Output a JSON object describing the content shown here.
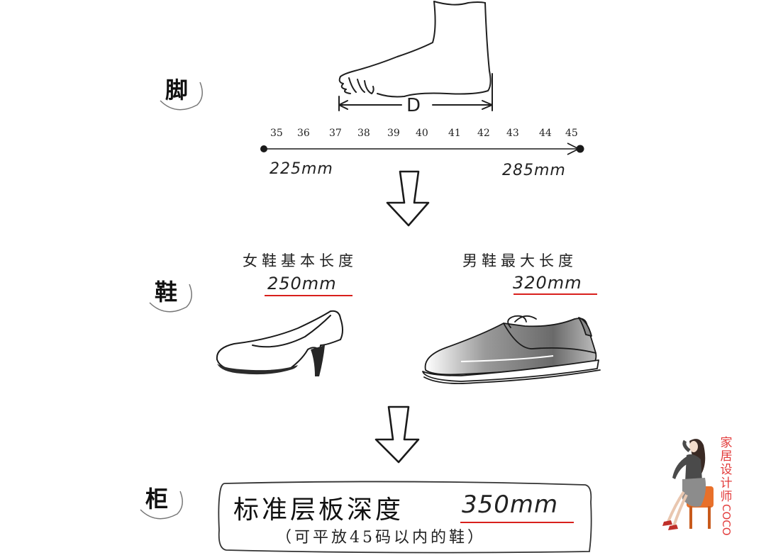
{
  "sections": {
    "foot": {
      "badge": "脚",
      "dimension_label": "D"
    },
    "shoe": {
      "badge": "鞋"
    },
    "cabinet": {
      "badge": "柜"
    }
  },
  "foot_scale": {
    "sizes": [
      "35",
      "36",
      "37",
      "38",
      "39",
      "40",
      "41",
      "42",
      "43",
      "44",
      "45"
    ],
    "min_length": "225mm",
    "max_length": "285mm"
  },
  "shoes": {
    "women": {
      "label": "女鞋基本长度",
      "length": "250mm"
    },
    "men": {
      "label": "男鞋最大长度",
      "length": "320mm"
    }
  },
  "cabinet_box": {
    "title": "标准层板深度",
    "depth": "350mm",
    "note": "（可平放45码以内的鞋）"
  },
  "author": {
    "name_cn": "家居设计师",
    "name_latin": "COCO",
    "accent_color": "#e23a3a"
  },
  "colors": {
    "ink": "#1a1a1a",
    "underline": "#d8201c"
  }
}
